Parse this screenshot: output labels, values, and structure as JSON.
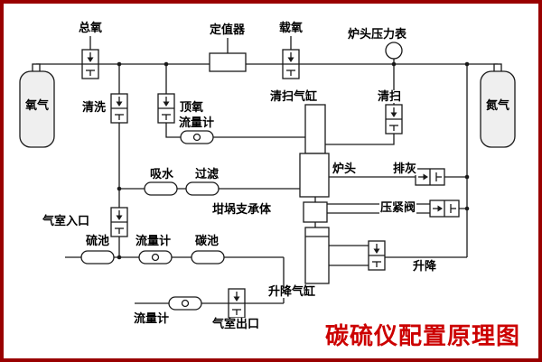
{
  "colors": {
    "frame_border": "#990000",
    "title_red": "#cc0000",
    "line": "#1a1a1a"
  },
  "title": "碳硫仪配置原理图",
  "tanks": {
    "left_label": "氧气",
    "right_label": "氮气"
  },
  "labels": {
    "zongyang": "总氧",
    "dingzhiqi": "定值器",
    "zaiyang": "载氧",
    "lutou_yalibiao": "炉头压力表",
    "qingxi": "清洗",
    "dingyang": "顶氧",
    "liuliangji_top": "流量计",
    "qingsao_qigang": "清扫气缸",
    "qingsao": "清扫",
    "xishui": "吸水",
    "guolv": "过滤",
    "lutou": "炉头",
    "paihui": "排灰",
    "yajinfa": "压紧阀",
    "ganguo_zhichengti": "坩埚支承体",
    "qishi_rukou": "气室入口",
    "liuchi": "硫池",
    "liuliangji_mid": "流量计",
    "tanchi": "碳池",
    "shengjiang": "升降",
    "shengjiang_qigang": "升降气缸",
    "liuliangji_bottom": "流量计",
    "qishi_chukou": "气室出口"
  }
}
